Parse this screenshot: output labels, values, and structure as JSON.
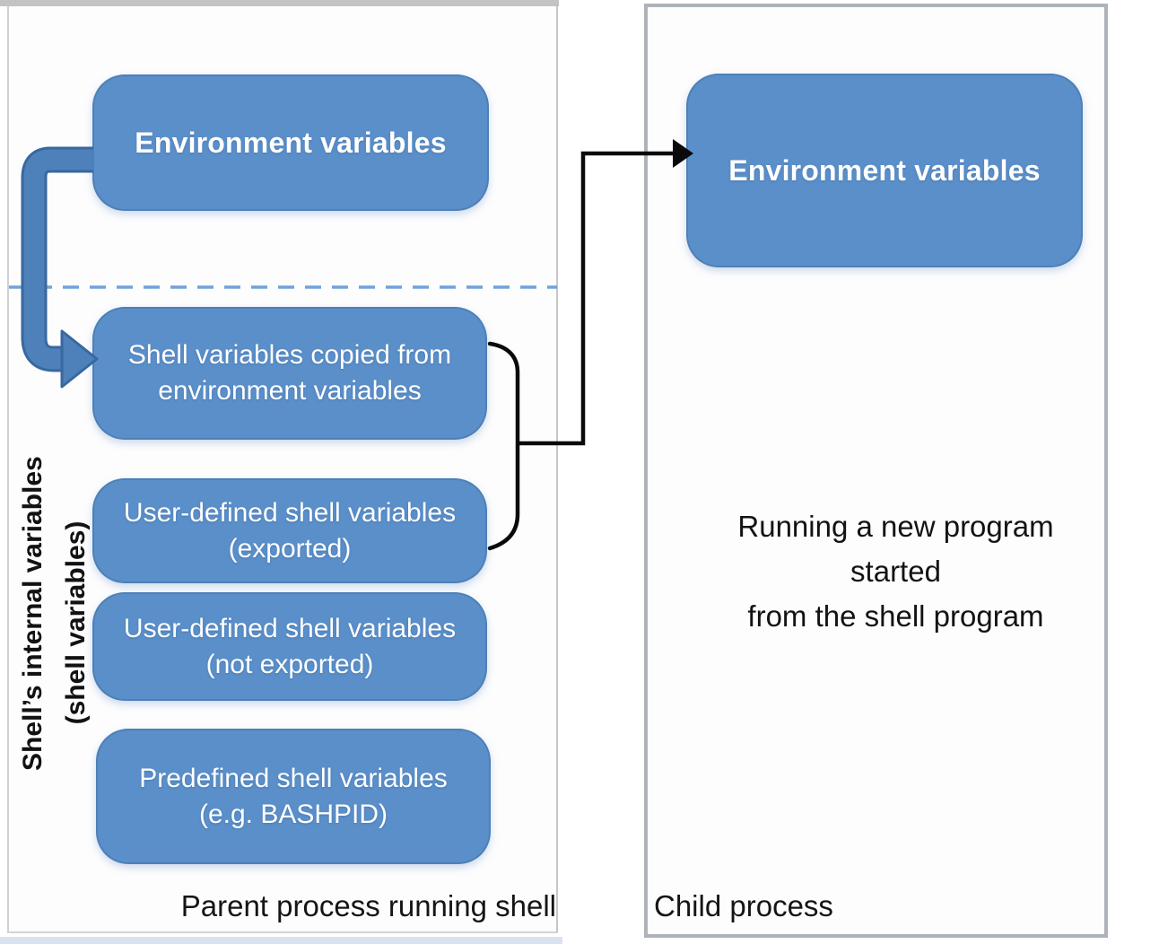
{
  "colors": {
    "box_fill": "#5a8fca",
    "box_text": "#ffffff",
    "blue_arrow_fill": "#4e81b9",
    "blue_arrow_outline": "#38689e",
    "connector_black": "#0a0a0a",
    "dashed_divider": "#6fa3dc",
    "caption_text": "#151515",
    "panel_border_gray": "#aeb3ba",
    "bottom_strip": "#d8e2f0"
  },
  "parent_panel": {
    "caption": "Parent process running shell",
    "env_box": {
      "label": "Environment variables"
    },
    "side_label": {
      "line1": "Shell’s internal variables",
      "line2": "(shell variables)"
    },
    "boxes": [
      {
        "line1": "Shell variables copied from",
        "line2": "environment variables"
      },
      {
        "line1": "User-defined shell variables",
        "line2": "(exported)"
      },
      {
        "line1": "User-defined shell variables",
        "line2": "(not exported)"
      },
      {
        "line1": "Predefined shell variables",
        "line2": "(e.g. BASHPID)"
      }
    ]
  },
  "child_panel": {
    "caption": "Child process",
    "env_box": {
      "label": "Environment variables"
    },
    "note": {
      "line1": "Running a new program",
      "line2": "started",
      "line3": "from the shell program"
    }
  }
}
